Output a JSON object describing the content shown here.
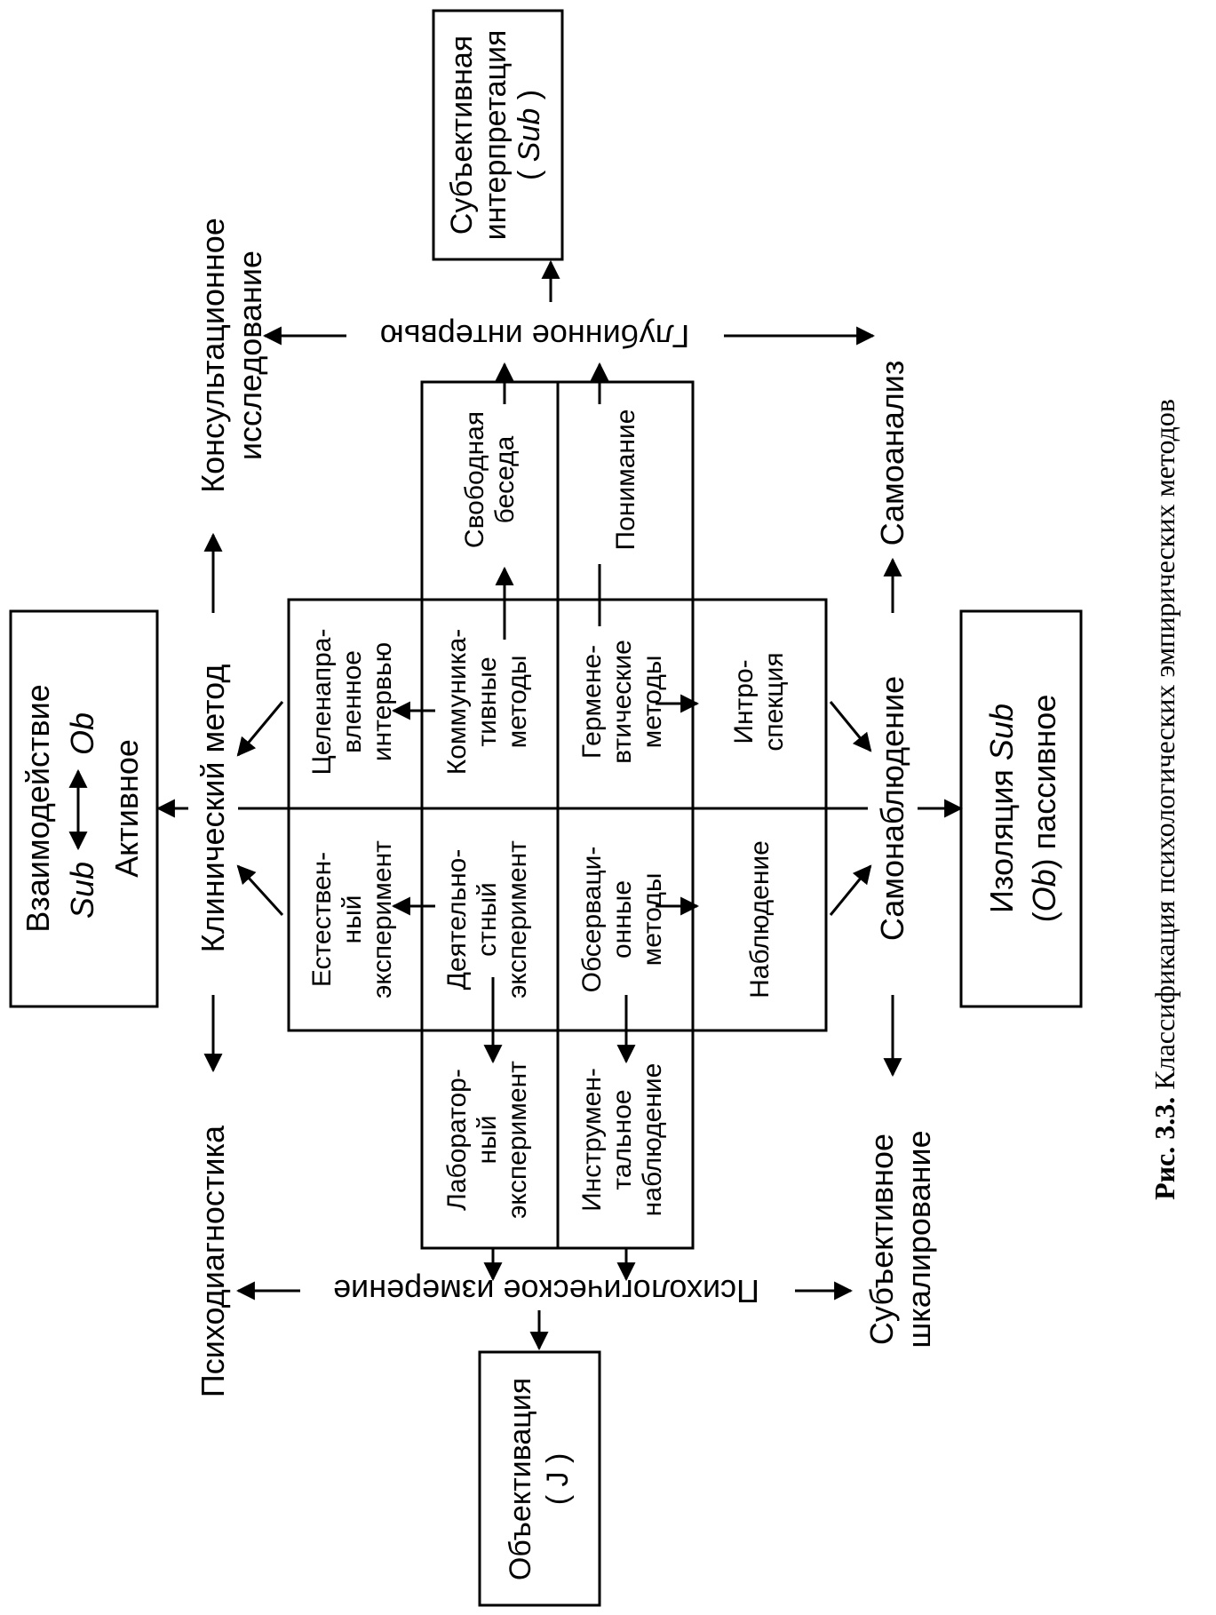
{
  "figure": {
    "caption_bold": "Рис. 3.3.",
    "caption_text": "Классификация психологических эмпирических методов"
  },
  "boxes": {
    "interaction": {
      "line1": "Взаимодействие",
      "sub": "Sub",
      "ob": "Ob",
      "line3": "Активное"
    },
    "isolation": {
      "line1_pre": "Изоляция ",
      "line1_sub": "Sub",
      "line2_pre": "(",
      "line2_ob": "Ob",
      "line2_post": ") пассивное"
    },
    "subjective": {
      "line1": "Субъективная",
      "line2": "интерпретация",
      "line3_pre": "( ",
      "line3_sub": "Sub",
      "line3_post": " )"
    },
    "objective": {
      "line1": "Объективация",
      "line2": "( J )"
    }
  },
  "axis_labels": {
    "clinical": "Клинический метод",
    "self_observation": "Самонаблюдение",
    "depth_interview": "Глубинное интервью",
    "psych_measurement": "Психологическое измерение"
  },
  "corner_labels": {
    "psychodiagnostics": "Психодиагностика",
    "consulting": [
      "Консультационное",
      "исследование"
    ],
    "self_analysis": "Самоанализ",
    "scaling": [
      "Субъективное",
      "шкалирование"
    ]
  },
  "cells": {
    "natural_exp": [
      "Естествен-",
      "ный",
      "эксперимент"
    ],
    "targeted_interview": [
      "Целенапра-",
      "вленное",
      "интервью"
    ],
    "activity_exp": [
      "Деятельно-",
      "стный",
      "эксперимент"
    ],
    "communicative": [
      "Коммуника-",
      "тивные",
      "методы"
    ],
    "observational": [
      "Обсерваци-",
      "онные",
      "методы"
    ],
    "hermeneutic": [
      "Гермене-",
      "втические",
      "методы"
    ],
    "observation": [
      "Наблюдение"
    ],
    "introspection": [
      "Интро-",
      "спекция"
    ],
    "lab_exp": [
      "Лаборатор-",
      "ный",
      "эксперимент"
    ],
    "instr_obs": [
      "Инструмен-",
      "тальное",
      "наблюдение"
    ],
    "free_talk": [
      "Свободная",
      "беседа"
    ],
    "understanding": [
      "Понимание"
    ]
  }
}
